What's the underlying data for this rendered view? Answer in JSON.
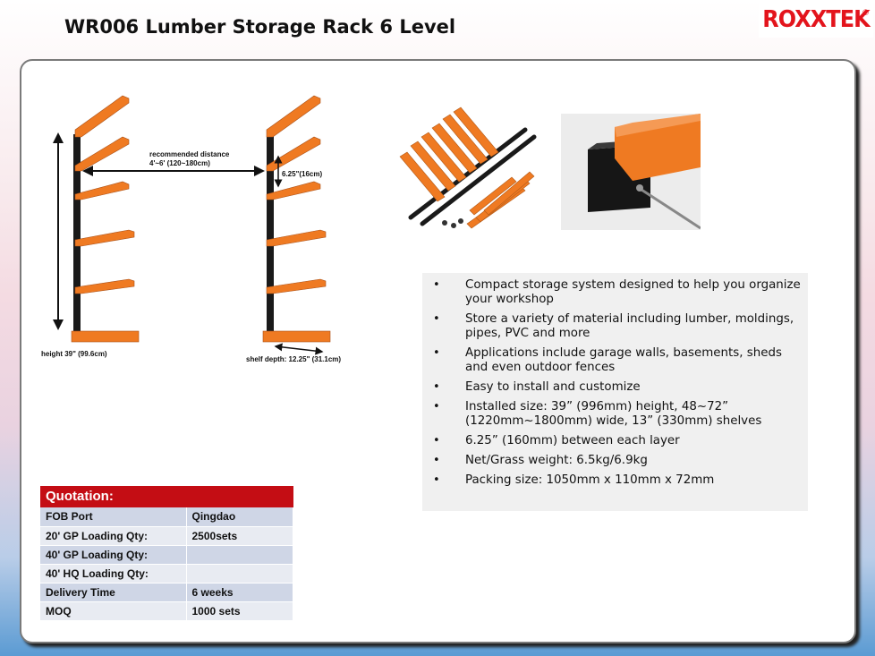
{
  "header": {
    "title": "WR006 Lumber Storage Rack 6 Level",
    "logo_text": "ROXXTEK",
    "logo_reg": "®"
  },
  "diagram": {
    "distance_label_1": "recommended distance",
    "distance_label_2": "4'~6' (120~180cm)",
    "spacing_label": "6.25\"(16cm)",
    "height_label": "height 39\" (99.6cm)",
    "depth_label": "shelf depth: 12.25\" (31.1cm)"
  },
  "features": [
    "Compact storage system designed to help you organize your workshop",
    "Store a variety of material including lumber, moldings, pipes, PVC and more",
    "Applications include garage walls, basements, sheds and even outdoor fences",
    "Easy to install and customize",
    "Installed size: 39” (996mm) height, 48~72” (1220mm~1800mm) wide, 13” (330mm) shelves",
    "6.25” (160mm) between each layer",
    "Net/Grass weight: 6.5kg/6.9kg",
    "Packing size: 1050mm x 110mm x 72mm"
  ],
  "quotation": {
    "heading": "Quotation:",
    "rows": [
      {
        "label": "FOB Port",
        "value": " Qingdao"
      },
      {
        "label": "20' GP Loading Qty:",
        "value": "2500sets"
      },
      {
        "label": "40' GP Loading Qty:",
        "value": ""
      },
      {
        "label": "40' HQ Loading Qty:",
        "value": ""
      },
      {
        "label": "Delivery Time",
        "value": " 6 weeks"
      },
      {
        "label": "MOQ",
        "value": "1000 sets"
      }
    ]
  },
  "colors": {
    "accent": "#c40d14",
    "rack_orange": "#ef7a22",
    "rack_black": "#1a1a1a"
  },
  "icons": [
    "rack-diagram",
    "rack-parts-photo",
    "rack-bracket-closeup-photo"
  ]
}
